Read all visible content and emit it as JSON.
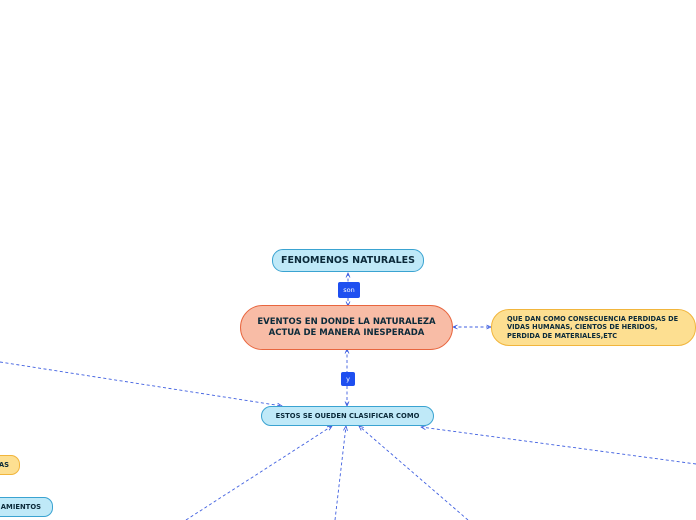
{
  "map": {
    "central": "FENOMENOS NATURALES",
    "connector_son": "son",
    "definition": "EVENTOS EN DONDE LA NATURALEZA ACTUA DE MANERA INESPERADA",
    "consequence": "QUE DAN COMO CONSECUENCIA PERDIDAS DE VIDAS HUMANAS, CIENTOS DE HERIDOS, PERDIDA DE MATERIALES,ETC",
    "connector_y": "y",
    "classification": "ESTOS SE OUEDEN CLASIFICAR COMO",
    "partial_left_1": "AS",
    "partial_left_2": "AMIENTOS"
  },
  "colors": {
    "blue_fill": "#bfe9f8",
    "salmon_fill": "#f8bca6",
    "yellow_fill": "#fddf91",
    "connector_fill": "#1e4ff0",
    "edge": "#3f5fe0"
  }
}
